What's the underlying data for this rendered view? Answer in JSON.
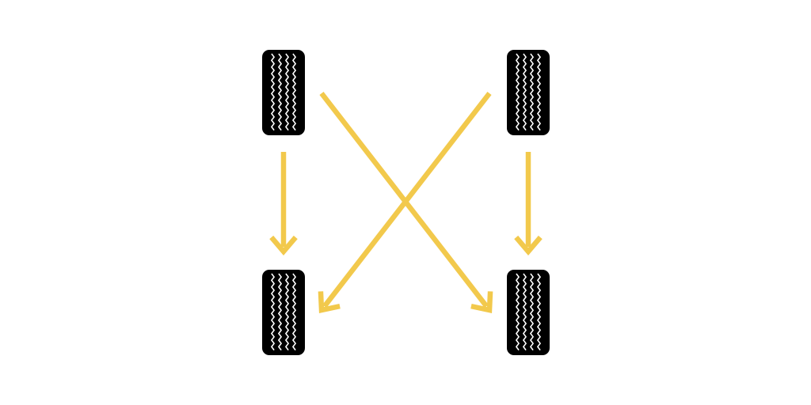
{
  "diagram": {
    "kind": "tire-rotation-pattern",
    "colors": {
      "background": "#ffffff",
      "tire": "#000000",
      "tread": "#ffffff",
      "arrow": "#f2c94c"
    },
    "tires": [
      {
        "id": "front-left",
        "icon": "tire-icon"
      },
      {
        "id": "front-right",
        "icon": "tire-icon"
      },
      {
        "id": "rear-left",
        "icon": "tire-icon"
      },
      {
        "id": "rear-right",
        "icon": "tire-icon"
      }
    ],
    "moves": [
      {
        "from": "front-left",
        "to": "rear-left"
      },
      {
        "from": "front-right",
        "to": "rear-right"
      },
      {
        "from": "front-left",
        "to": "rear-right"
      },
      {
        "from": "front-right",
        "to": "rear-left"
      }
    ]
  }
}
